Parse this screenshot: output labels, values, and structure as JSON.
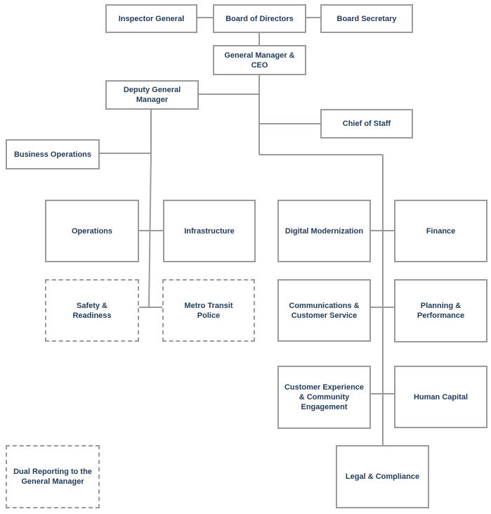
{
  "nodes": {
    "inspector_general": "Inspector General",
    "board_of_directors": "Board of Directors",
    "board_secretary": "Board Secretary",
    "general_manager_ceo": "General Manager &\nCEO",
    "deputy_general_manager": "Deputy General\nManager",
    "chief_of_staff": "Chief of Staff",
    "business_operations": "Business Operations",
    "operations": "Operations",
    "infrastructure": "Infrastructure",
    "digital_modernization": "Digital Modernization",
    "finance": "Finance",
    "safety_readiness": "Safety &\nReadiness",
    "metro_transit_police": "Metro Transit\nPolice",
    "communications_customer_service": "Communications &\nCustomer Service",
    "planning_performance": "Planning &\nPerformance",
    "customer_experience": "Customer Experience\n& Community\nEngagement",
    "human_capital": "Human Capital",
    "legal_compliance": "Legal & Compliance"
  },
  "legend": {
    "dual_reporting": "Dual Reporting to the\nGeneral Manager"
  },
  "colors": {
    "text": "#1f3a5a",
    "border": "#9a9a9a",
    "connector": "#9a9a9a"
  }
}
